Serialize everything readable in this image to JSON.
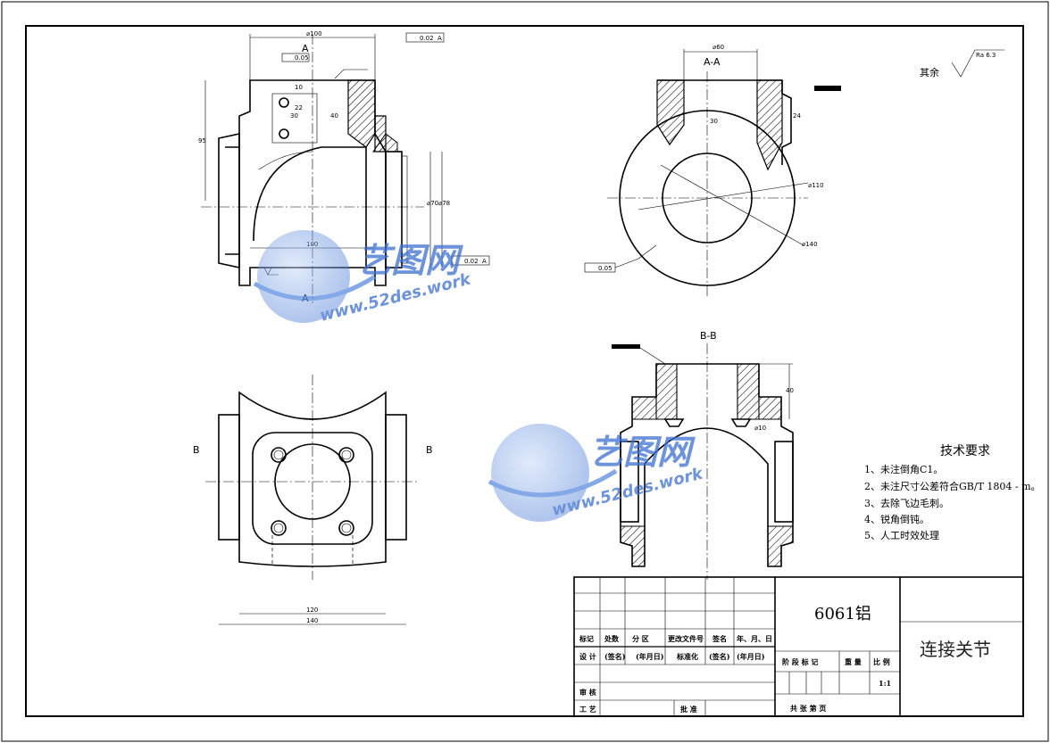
{
  "drawing": {
    "material": "6061铝",
    "part_name": "连接关节",
    "surface_note_prefix": "其余",
    "surface_note_value": "Ra 6.3"
  },
  "views": {
    "section_aa_label": "A-A",
    "section_bb_label": "B-B",
    "cut_label_a": "A",
    "cut_label_b": "B"
  },
  "dimensions": {
    "front_top_dia": "⌀100",
    "front_flat": "0.05",
    "front_perp": "0.02",
    "front_perp_ref": "A",
    "front_height": "95",
    "front_22": "22",
    "front_30": "30",
    "front_40": "40",
    "front_10": "10",
    "front_70": "⌀70",
    "front_78": "⌀78",
    "front_100": "100",
    "front_parallel": "0.02",
    "front_parallel_ref": "A",
    "aa_top_dia": "⌀60",
    "aa_24": "24",
    "aa_30": "30",
    "aa_dia110": "⌀110",
    "aa_dia140": "⌀140",
    "aa_flat": "0.05",
    "bb_40": "40",
    "bb_10": "⌀10",
    "top_120": "120",
    "top_140": "140"
  },
  "requirements": {
    "title": "技术要求",
    "items": [
      "1、未注倒角C1。",
      "2、未注尺寸公差符合GB/T 1804 - m。",
      "3、去除飞边毛刺。",
      "4、锐角倒钝。",
      "5、人工时效处理"
    ]
  },
  "title_block": {
    "col_labels": [
      "标记",
      "处数",
      "分 区",
      "更改文件号",
      "签名",
      "年、月、日"
    ],
    "design": "设 计",
    "sign1": "(签名)",
    "date1": "(年月日)",
    "standard": "标准化",
    "sign2": "(签名)",
    "date2": "(年月日)",
    "review": "审 核",
    "process": "工 艺",
    "approve": "批 准",
    "stage_headers": [
      "阶 段 标 记",
      "重 量",
      "比 例"
    ],
    "scale": "1:1",
    "sheets": "共   张   第   页"
  },
  "watermark": {
    "brand": "艺图网",
    "url": "www.52des.work"
  }
}
